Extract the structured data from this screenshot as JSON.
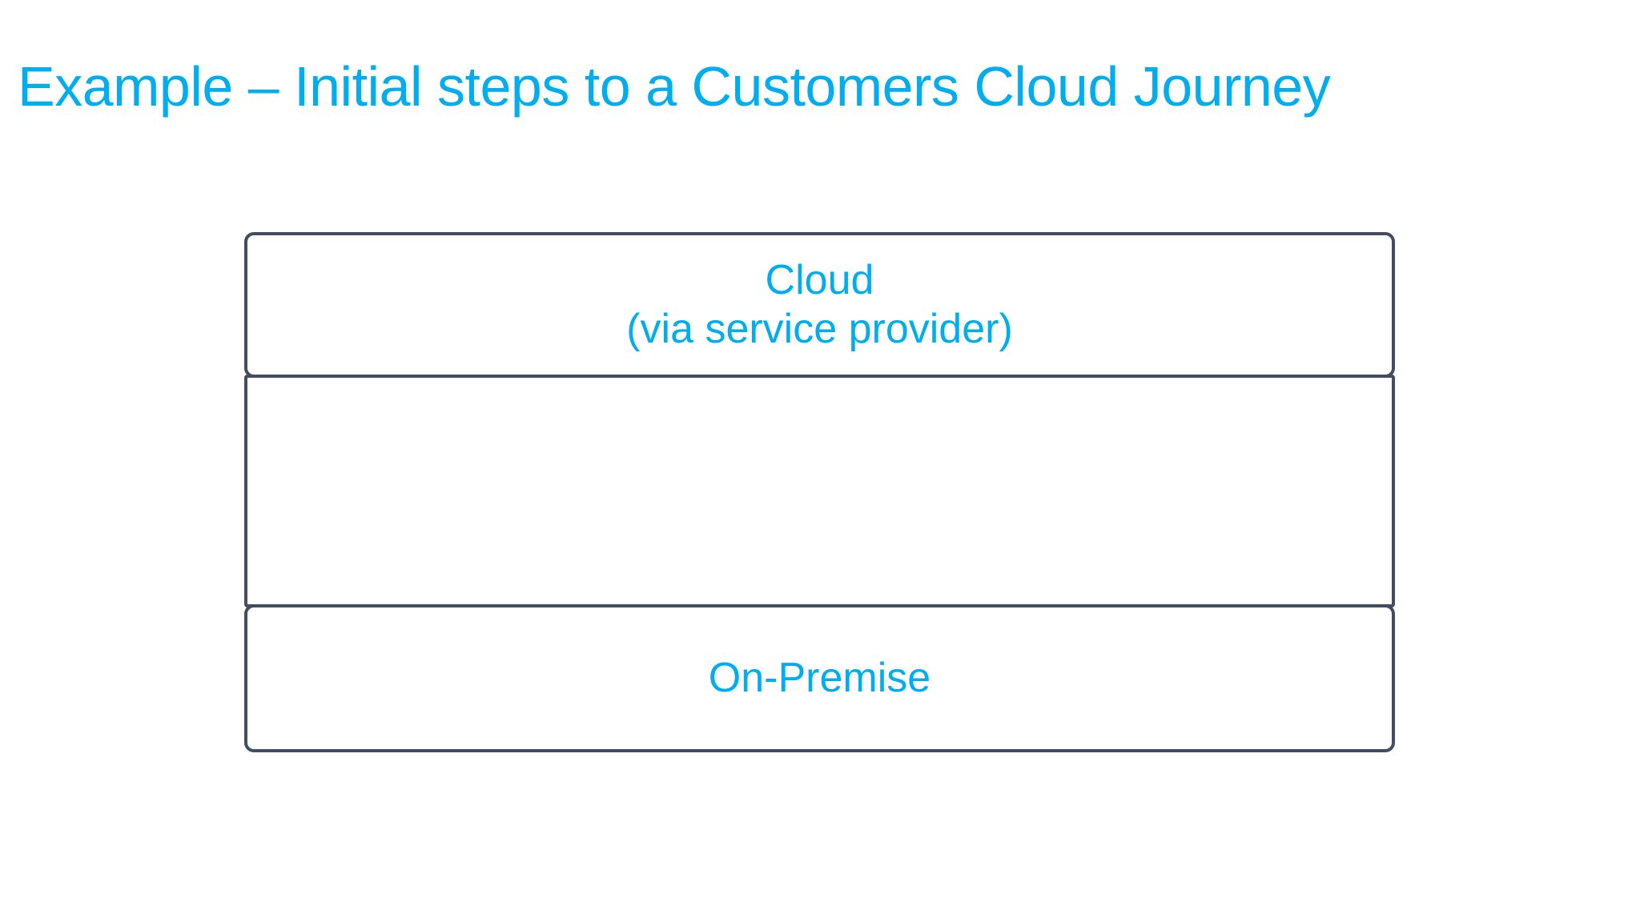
{
  "slide": {
    "title": "Example – Initial steps to a Customers Cloud Journey",
    "background_color": "#FFFFFF",
    "accent_color": "#00AEEF",
    "outline_color": "#424D62"
  },
  "diagram": {
    "name": "cloud-journey-layer-stack",
    "type": "stacked-layers",
    "layers": [
      {
        "id": "cloud",
        "label": "Cloud\n(via service provider)",
        "label_line_1": "Cloud",
        "label_line_2": "(via service provider)",
        "text_color": "#00AEEF",
        "border_color": "#424D62",
        "fill_color": "#FFFFFF"
      },
      {
        "id": "middle",
        "label": "",
        "text_color": "#00AEEF",
        "border_color": "#424D62",
        "fill_color": "#FFFFFF"
      },
      {
        "id": "on-premise",
        "label": "On-Premise",
        "text_color": "#00AEEF",
        "border_color": "#424D62",
        "fill_color": "#FFFFFF"
      }
    ]
  }
}
